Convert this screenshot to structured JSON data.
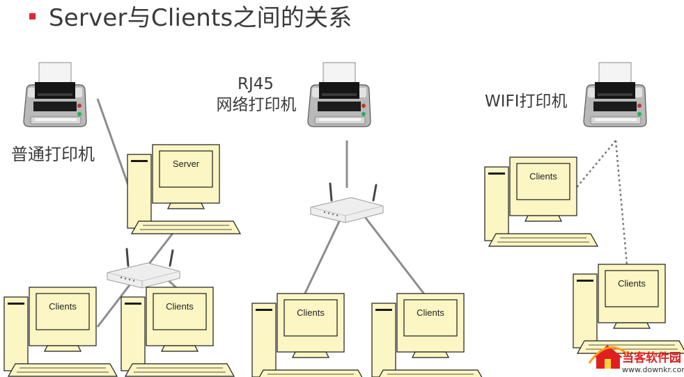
{
  "title": "Server与Clients之间的关系",
  "labels": {
    "normal_printer": "普通打印机",
    "rj45_line1": "RJ45",
    "rj45_line2": "网络打印机",
    "wifi_printer": "WIFI打印机"
  },
  "computers": {
    "server": "Server",
    "client": "Clients"
  },
  "watermark": {
    "name": "当客软件园",
    "url": "www.downkr.com"
  },
  "colors": {
    "title_bullet": "#e3262b",
    "computer_fill": "#fbf6c4",
    "outline": "#1a1a1a",
    "connector": "#8c8c8c",
    "watermark_red": "#e02020"
  }
}
